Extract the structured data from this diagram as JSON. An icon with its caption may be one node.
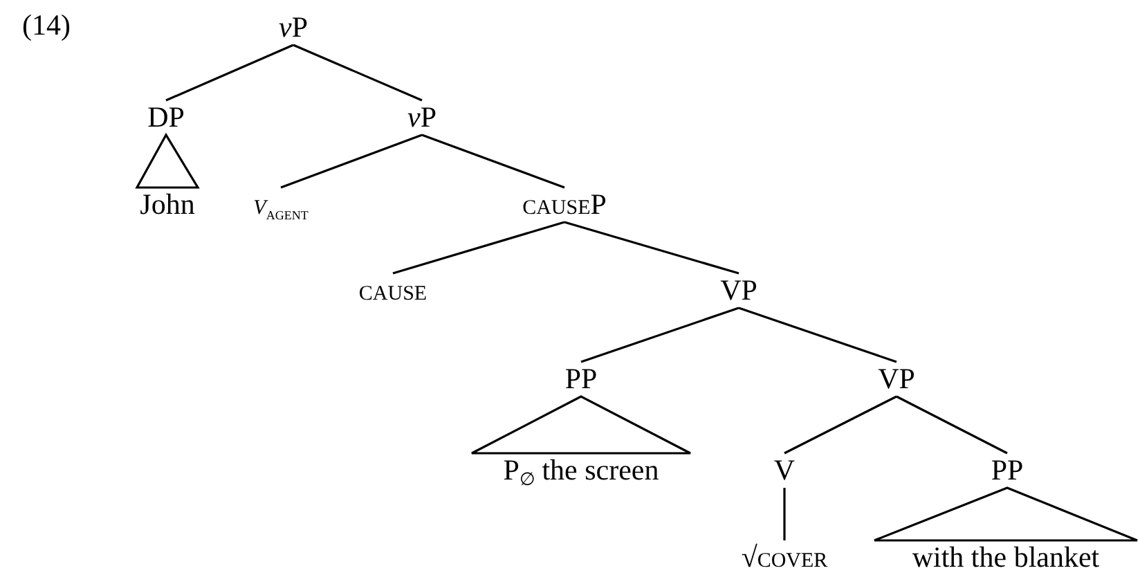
{
  "diagram": {
    "nodes": [
      {
        "text": [
          "vP"
        ]
      },
      {
        "text": [
          "DP"
        ]
      },
      {
        "text": [
          "vP"
        ]
      },
      {
        "text": [
          "John"
        ]
      },
      {
        "text": [
          "v$_{agent}$"
        ]
      },
      {
        "text": [
          "causeP"
        ]
      },
      {
        "text": [
          "cause"
        ]
      },
      {
        "text": [
          "VP"
        ]
      },
      {
        "text": [
          "PP"
        ]
      },
      {
        "text": [
          "VP"
        ]
      },
      {
        "text": [
          "P$_{∅}$ the screen"
        ]
      },
      {
        "text": [
          "V"
        ]
      },
      {
        "text": [
          "PP"
        ]
      },
      {
        "text": [
          "√cover"
        ]
      },
      {
        "text": [
          "with the blanket"
        ]
      }
    ],
    "edges": [
      {
        "from": 0,
        "to": 1,
        "arrow": "none"
      },
      {
        "from": 0,
        "to": 2,
        "arrow": "none"
      },
      {
        "from": 1,
        "to": 3,
        "arrow": "none"
      },
      {
        "from": 2,
        "to": 4,
        "arrow": "none"
      },
      {
        "from": 2,
        "to": 5,
        "arrow": "none"
      },
      {
        "from": 5,
        "to": 6,
        "arrow": "none"
      },
      {
        "from": 5,
        "to": 7,
        "arrow": "none"
      },
      {
        "from": 7,
        "to": 8,
        "arrow": "none"
      },
      {
        "from": 7,
        "to": 9,
        "arrow": "none"
      },
      {
        "from": 8,
        "to": 10,
        "arrow": "none"
      },
      {
        "from": 9,
        "to": 11,
        "arrow": "none"
      },
      {
        "from": 9,
        "to": 12,
        "arrow": "none"
      },
      {
        "from": 11,
        "to": 13,
        "arrow": "none"
      },
      {
        "from": 12,
        "to": 14,
        "arrow": "none"
      }
    ],
    "labels": [
      "(14)"
    ]
  }
}
